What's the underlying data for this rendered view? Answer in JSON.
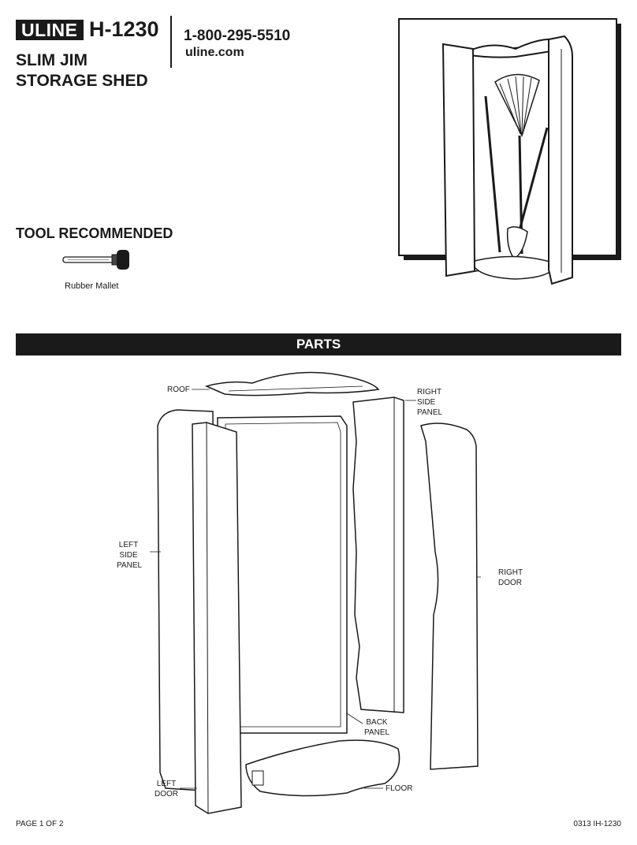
{
  "header": {
    "brand": "ULINE",
    "model": "H-1230",
    "phone": "1-800-295-5510",
    "website": "uline.com",
    "title_line1": "SLIM JIM",
    "title_line2": "STORAGE SHED"
  },
  "tools": {
    "heading": "TOOL RECOMMENDED",
    "items": [
      {
        "label": "Rubber Mallet",
        "icon": "rubber-mallet-icon"
      }
    ]
  },
  "parts": {
    "heading": "PARTS",
    "callouts": {
      "roof": "ROOF",
      "right_side_panel": [
        "RIGHT",
        "SIDE",
        "PANEL"
      ],
      "left_side_panel": [
        "LEFT",
        "SIDE",
        "PANEL"
      ],
      "right_door": [
        "RIGHT",
        "DOOR"
      ],
      "back_panel": [
        "BACK",
        "PANEL"
      ],
      "left_door": [
        "LEFT",
        "DOOR"
      ],
      "floor": "FLOOR"
    }
  },
  "footer": {
    "page": "PAGE 1 OF 2",
    "doc_code": "0313 IH-1230"
  }
}
